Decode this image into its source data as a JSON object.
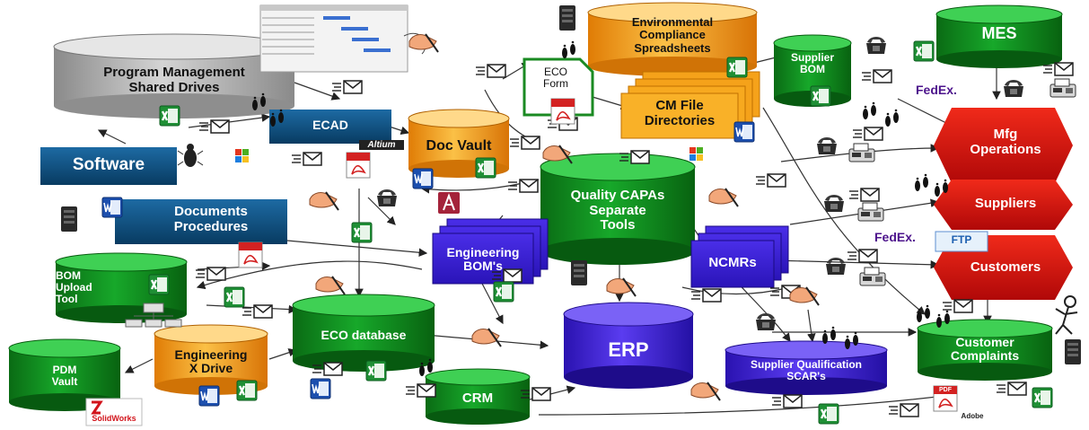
{
  "nodes": {
    "program_mgmt": "Program Management\nShared Drives",
    "ecad": "ECAD",
    "software": "Software",
    "doc_vault": "Doc Vault",
    "eco_form": "ECO\nForm",
    "env_compliance": "Environmental\nCompliance\nSpreadsheets",
    "cm_file": "CM File\nDirectories",
    "supplier_bom": "Supplier\nBOM",
    "mes": "MES",
    "mfg_operations": "Mfg\nOperations",
    "suppliers": "Suppliers",
    "customers": "Customers",
    "documents": "Documents\nProcedures",
    "quality_capas": "Quality CAPAs\nSeparate\nTools",
    "engineering_bom": "Engineering\nBOM's",
    "ncmrs": "NCMRs",
    "bom_upload": "BOM\nUpload\nTool",
    "eco_database": "ECO database",
    "erp": "ERP",
    "pdm_vault": "PDM\nVault",
    "engineering_x": "Engineering\nX Drive",
    "crm": "CRM",
    "supplier_qual": "Supplier Qualification\nSCAR's",
    "customer_complaints": "Customer\nComplaints"
  },
  "logos": {
    "fedex_1": "FedEx.",
    "fedex_2": "FedEx.",
    "ftp": "FTP",
    "altium": "Altium",
    "solidworks": "SolidWorks",
    "pdf": "PDF",
    "adobe": "Adobe"
  },
  "colors": {
    "green": "#0f8a1c",
    "blue_box": "#0d4a77",
    "purple": "#3b1fd6",
    "orange": "#f29a12",
    "grey": "#a8a8a8",
    "red": "#d9100f"
  },
  "icon_names": [
    "envelope-icon",
    "excel-icon",
    "word-icon",
    "pdf-icon",
    "phone-icon",
    "fax-icon",
    "footprint-icon",
    "hand-writing-icon",
    "server-icon",
    "access-icon",
    "windows-icon"
  ]
}
